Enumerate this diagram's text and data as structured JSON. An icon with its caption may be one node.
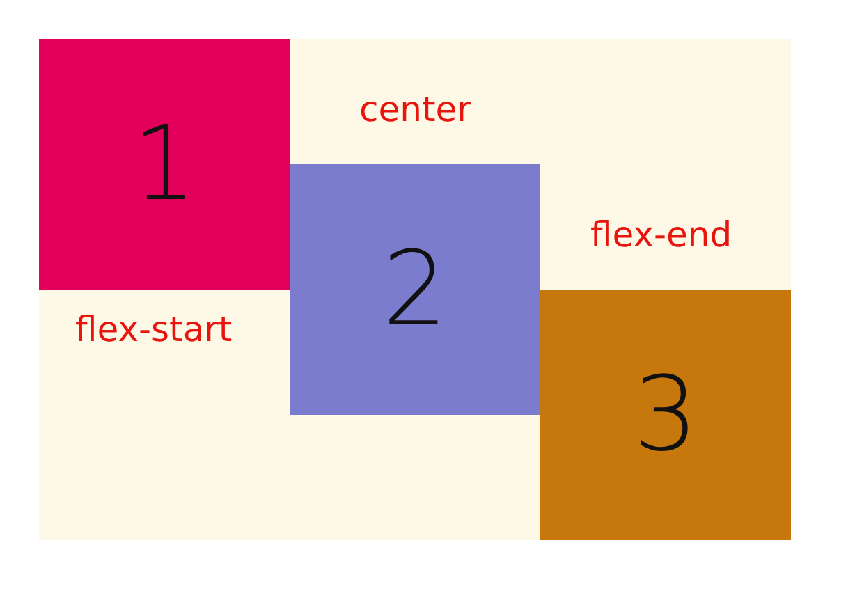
{
  "diagram": {
    "nodes": [
      {
        "text": [],
        "shape": "box"
      },
      {
        "text": [
          "1"
        ],
        "in": 0
      },
      {
        "text": [
          "2"
        ],
        "in": 0
      },
      {
        "text": [
          "3"
        ],
        "in": 0
      }
    ],
    "labels": [
      "center",
      "flex-end",
      "flex-start"
    ]
  }
}
